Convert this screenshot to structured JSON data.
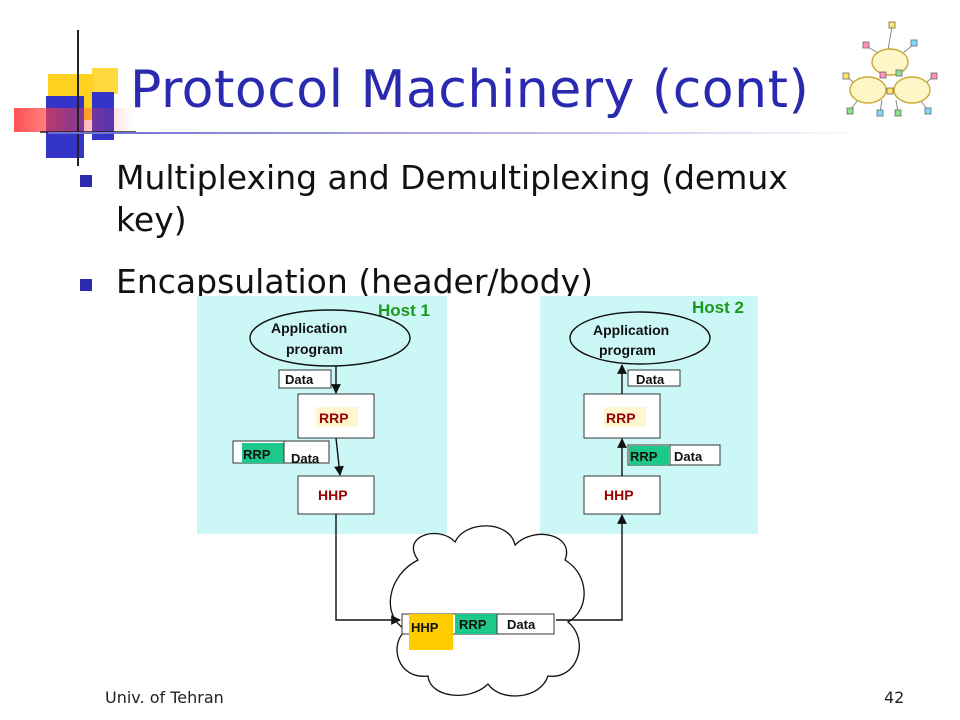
{
  "slide": {
    "title": "Protocol Machinery (cont)",
    "bullets": [
      "Multiplexing and Demultiplexing (demux key)",
      "Encapsulation (header/body)"
    ],
    "bullet_lines": [
      [
        "Multiplexing and Demultiplexing (demux",
        "key)"
      ],
      [
        "Encapsulation (header/body)"
      ]
    ],
    "footer_left": "Univ. of Tehran",
    "page_number": "42"
  },
  "diagram": {
    "host1": {
      "label": "Host 1",
      "app_line1": "Application",
      "app_line2": "program",
      "data_label": "Data",
      "rrp_label": "RRP",
      "rrp_header": "RRP",
      "rrp_payload": "Data",
      "hhp_label": "HHP"
    },
    "host2": {
      "label": "Host 2",
      "app_line1": "Application",
      "app_line2": "program",
      "data_label": "Data",
      "rrp_label": "RRP",
      "rrp_header": "RRP",
      "rrp_payload": "Data",
      "hhp_label": "HHP"
    },
    "network": {
      "hhp_header": "HHP",
      "rrp_header": "RRP",
      "payload": "Data"
    }
  },
  "colors": {
    "title": "#2a2ab0",
    "host_bg": "#ccf7f7",
    "host_label": "#1a9a1a",
    "protocol_label": "#990000",
    "rrp_header_bg": "#1cc98a",
    "hhp_header_bg": "#ffcc00",
    "rrp_box_tint": "#fff6d0"
  },
  "icons": [
    "network-graph-icon",
    "title-decoration"
  ]
}
